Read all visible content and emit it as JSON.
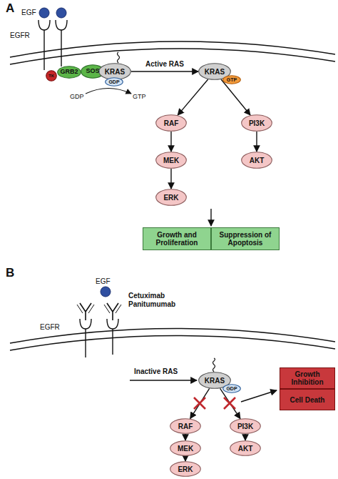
{
  "diagram": {
    "nodes": [
      {
        "text": [
          "TK"
        ]
      },
      {
        "text": [
          "GRB2"
        ]
      },
      {
        "text": [
          "SOS"
        ]
      },
      {
        "text": [
          "KRAS"
        ]
      },
      {
        "text": [
          "GDP"
        ]
      },
      {
        "text": [
          "KRAS"
        ]
      },
      {
        "text": [
          "GTP"
        ]
      },
      {
        "text": [
          "RAF"
        ]
      },
      {
        "text": [
          "PI3K"
        ]
      },
      {
        "text": [
          "MEK"
        ]
      },
      {
        "text": [
          "AKT"
        ]
      },
      {
        "text": [
          "ERK"
        ]
      },
      {
        "text": [
          "Growth and Proliferation"
        ]
      },
      {
        "text": [
          "Suppression of Apoptosis"
        ]
      },
      {
        "text": [
          "KRAS"
        ]
      },
      {
        "text": [
          "GDP"
        ]
      },
      {
        "text": [
          "RAF"
        ]
      },
      {
        "text": [
          "PI3K"
        ]
      },
      {
        "text": [
          "MEK"
        ]
      },
      {
        "text": [
          "AKT"
        ]
      },
      {
        "text": [
          "ERK"
        ]
      },
      {
        "text": [
          "Growth Inhibition"
        ]
      },
      {
        "text": [
          "Cell Death"
        ]
      }
    ],
    "edges": [
      {
        "from": 3,
        "to": 5,
        "label": "Active RAS",
        "arrow": "to"
      },
      {
        "from": 5,
        "to": 7,
        "arrow": "to"
      },
      {
        "from": 5,
        "to": 8,
        "arrow": "to"
      },
      {
        "from": 7,
        "to": 9,
        "arrow": "to"
      },
      {
        "from": 8,
        "to": 10,
        "arrow": "to"
      },
      {
        "from": 9,
        "to": 11,
        "arrow": "to"
      },
      {
        "from": 14,
        "to": 16,
        "arrow": "to"
      },
      {
        "from": 14,
        "to": 17,
        "arrow": "to"
      },
      {
        "from": 16,
        "to": 18,
        "arrow": "to"
      },
      {
        "from": 17,
        "to": 19,
        "arrow": "to"
      },
      {
        "from": 18,
        "to": 20,
        "arrow": "to"
      }
    ],
    "labels": [
      "A",
      "EGF",
      "EGFR",
      "GDP",
      "GTP",
      "B",
      "EGF",
      "Cetuximab Panitumumab",
      "EGFR",
      "Inactive RAS"
    ]
  }
}
